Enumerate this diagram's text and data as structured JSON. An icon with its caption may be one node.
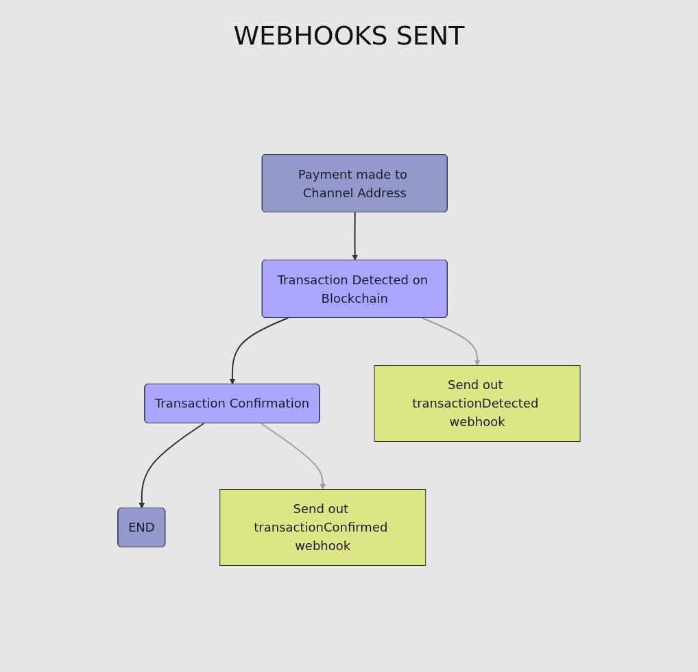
{
  "diagram": {
    "title": "WEBHOOKS SENT",
    "nodes": [
      {
        "text": [
          "Payment made to Channel Address"
        ]
      },
      {
        "text": [
          "Transaction Detected on Blockchain"
        ]
      },
      {
        "text": [
          "Transaction Confirmation"
        ]
      },
      {
        "text": [
          "END"
        ]
      },
      {
        "text": [
          "Send out transactionDetected webhook"
        ]
      },
      {
        "text": [
          "Send out transactionConfirmed webhook"
        ]
      }
    ],
    "edges": [
      {
        "from": 0,
        "to": 1,
        "arrow": "to"
      },
      {
        "from": 1,
        "to": 2,
        "arrow": "to"
      },
      {
        "from": 2,
        "to": 3,
        "arrow": "to"
      },
      {
        "from": 1,
        "to": 4,
        "arrow": "to",
        "color": "#9e9e9e"
      },
      {
        "from": 2,
        "to": 5,
        "arrow": "to",
        "color": "#9e9e9e"
      }
    ]
  }
}
